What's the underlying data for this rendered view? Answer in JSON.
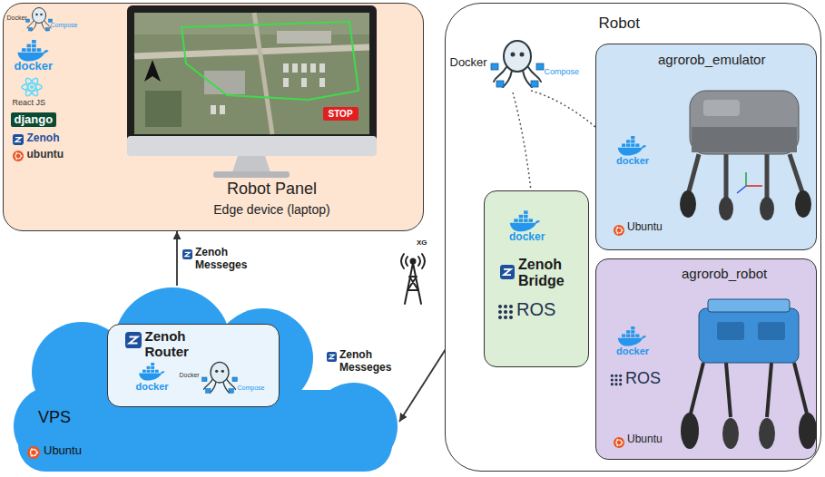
{
  "diagram": {
    "nodes": [
      {
        "text": [
          "Robot Panel",
          "Edge device (laptop)",
          "Docker",
          "Compose",
          "docker",
          "React JS",
          "django",
          "Zenoh",
          "ubuntu",
          "STOP"
        ]
      },
      {
        "text": [
          "VPS",
          "Ubuntu"
        ]
      },
      {
        "text": [
          "Zenoh Router",
          "docker",
          "Docker",
          "Compose"
        ],
        "in": 1
      },
      {
        "text": [
          "Robot",
          "Docker",
          "Compose"
        ]
      },
      {
        "text": [
          "docker",
          "Zenoh Bridge",
          "ROS"
        ],
        "in": 3
      },
      {
        "text": [
          "agrorob_emulator",
          "docker",
          "Ubuntu"
        ],
        "in": 3
      },
      {
        "text": [
          "agrorob_robot",
          "docker",
          "ROS",
          "Ubuntu"
        ],
        "in": 3
      }
    ],
    "edges": [
      {
        "from": 1,
        "to": 0,
        "label": "Zenoh Messeges",
        "arrow": "to"
      },
      {
        "from": 4,
        "to": 1,
        "label": "Zenoh Messeges",
        "arrow": "to"
      }
    ],
    "labels": [
      "XG"
    ]
  }
}
